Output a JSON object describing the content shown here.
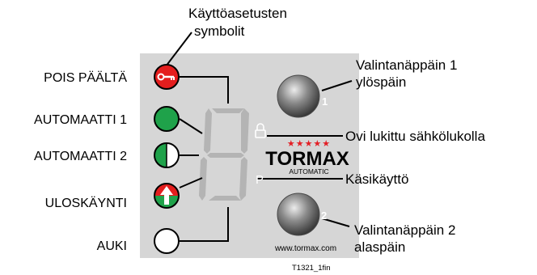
{
  "colors": {
    "panel": "#d6d6d6",
    "segment": "#b4b4b4",
    "symbol_red": "#e41e1e",
    "symbol_green": "#1fa24a",
    "brand_red": "#e31e24",
    "text": "#000000"
  },
  "annotations": {
    "symbols_caption_line1": "Käyttöasetusten",
    "symbols_caption_line2": "symbolit",
    "button1_line1": "Valintanäppäin 1",
    "button1_line2": "ylöspäin",
    "lock": "Ovi lukittu sähkölukolla",
    "manual": "Käsikäyttö",
    "button2_line1": "Valintanäppäin 2",
    "button2_line2": "alaspäin"
  },
  "modes": [
    {
      "label": "POIS PÄÄLTÄ",
      "icon": "key-icon"
    },
    {
      "label": "AUTOMAATTI 1",
      "icon": "full-green-circle-icon"
    },
    {
      "label": "AUTOMAATTI 2",
      "icon": "half-green-circle-icon"
    },
    {
      "label": "ULOSKÄYNTI",
      "icon": "exit-arrow-icon"
    },
    {
      "label": "AUKI",
      "icon": "empty-circle-icon"
    }
  ],
  "panel": {
    "brand": "TORMAX",
    "stars": "★★★★★",
    "brand_sub": "AUTOMATIC",
    "website": "www.tormax.com",
    "button1_number": "1",
    "button2_number": "2",
    "manual_indicator": "P",
    "lock_indicator": "lock-icon"
  },
  "figure_code": "T1321_1fin"
}
